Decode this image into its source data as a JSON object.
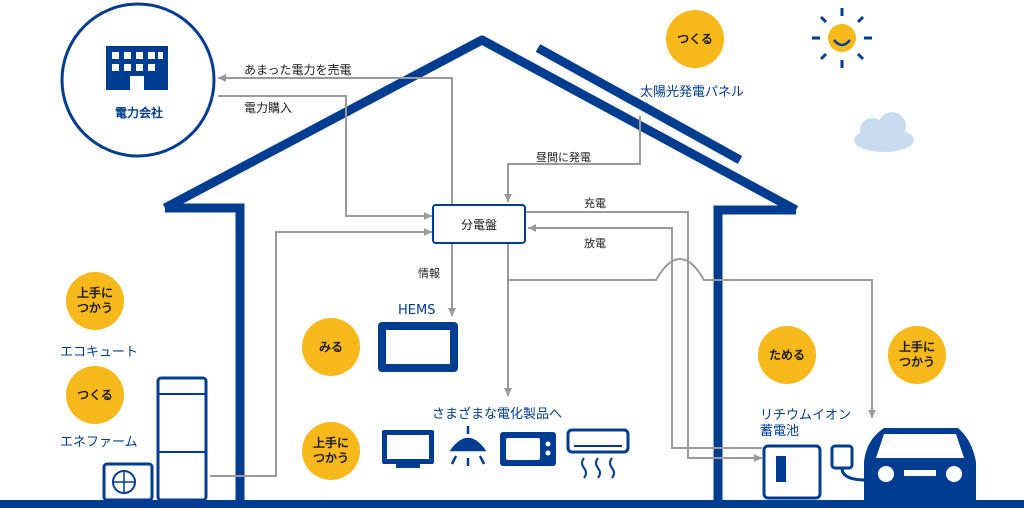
{
  "company": {
    "label": "電力会社"
  },
  "flows": {
    "sell": "あまった電力を売電",
    "buy": "電力購入",
    "daytime": "昼間に発電",
    "charge": "充電",
    "discharge": "放電",
    "info": "情報"
  },
  "panel_label": "太陽光発電パネル",
  "distribution_board": "分電盤",
  "hems_label": "HEMS",
  "appliances_label": "さまざまな電化製品へ",
  "battery_label": "リチウムイオン\n蓄電池",
  "ecocute_label": "エコキュート",
  "enefarm_label": "エネファーム",
  "badges": {
    "tsukuru_sun": "つくる",
    "ecocute": "上手に\nつかう",
    "enefarm": "つくる",
    "miru": "みる",
    "appliances": "上手に\nつかう",
    "tameru": "ためる",
    "ev": "上手に\nつかう"
  },
  "colors": {
    "navy": "#003c8f",
    "badge": "#f6b81a",
    "line": "#9a9a9a",
    "cloud": "#c9dcef"
  }
}
